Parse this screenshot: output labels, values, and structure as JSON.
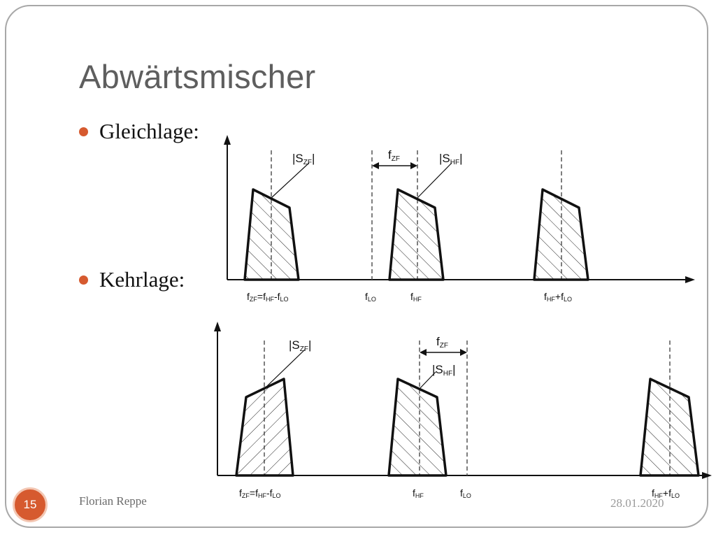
{
  "slide": {
    "title": "Abwärtsmischer",
    "bullets": [
      "Gleichlage:",
      "Kehrlage:"
    ],
    "page_number": "15",
    "author": "Florian Reppe",
    "date": "28.01.2020"
  },
  "diagram_top": {
    "labels": {
      "s_zf": "|S",
      "s_zf_sub": "ZF",
      "s_zf_end": "|",
      "s_hf": "|S",
      "s_hf_sub": "HF",
      "s_hf_end": "|",
      "f_zf": "f",
      "f_zf_sub": "ZF",
      "axis_zf": "f",
      "axis_zf_sub": "ZF",
      "axis_zf_eq": "=f",
      "axis_zf_hf": "HF",
      "axis_zf_minus": "-f",
      "axis_zf_lo": "LO",
      "axis_lo": "f",
      "axis_lo_sub": "LO",
      "axis_hf": "f",
      "axis_hf_sub": "HF",
      "axis_sum": "f",
      "axis_sum_hf": "HF",
      "axis_sum_plus": "+f",
      "axis_sum_lo": "LO"
    }
  },
  "diagram_bottom": {
    "labels": {
      "s_zf": "|S",
      "s_zf_sub": "ZF",
      "s_zf_end": "|",
      "s_hf": "|S",
      "s_hf_sub": "HF",
      "s_hf_end": "|",
      "f_zf": "f",
      "f_zf_sub": "ZF",
      "axis_zf": "f",
      "axis_zf_sub": "ZF",
      "axis_zf_eq": "=f",
      "axis_zf_hf": "HF",
      "axis_zf_minus": "-f",
      "axis_zf_lo": "LO",
      "axis_hf": "f",
      "axis_hf_sub": "HF",
      "axis_lo": "f",
      "axis_lo_sub": "LO",
      "axis_sum": "f",
      "axis_sum_hf": "HF",
      "axis_sum_plus": "+f",
      "axis_sum_lo": "LO"
    }
  },
  "colors": {
    "accent": "#d65a2f",
    "title": "#5e5e5e",
    "ink": "#111111"
  }
}
